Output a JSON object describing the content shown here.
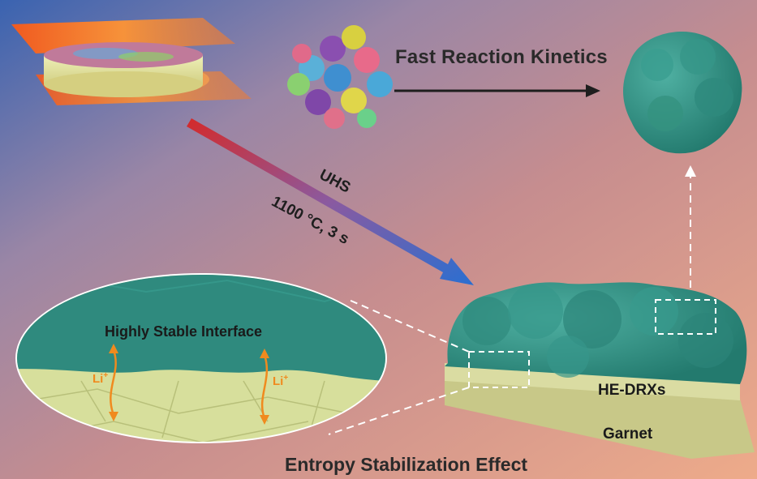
{
  "diagram": {
    "kinetics_label": "Fast  Reaction Kinetics",
    "process_label": "UHS",
    "process_conditions": "1100 °C, 3 s",
    "interface_label": "Highly Stable Interface",
    "ion_label": "Li",
    "ion_charge": "+",
    "cathode_label": "HE-DRXs",
    "electrolyte_label": "Garnet",
    "effect_label": "Entropy Stabilization Effect"
  },
  "colors": {
    "background_top_left": "#3a63b0",
    "background_mid": "#c68d8f",
    "background_bottom_right": "#eeab8a",
    "heater_orange": "#f0702a",
    "particle_teal": "#2f8f82",
    "garnet_yellow_green": "#d6dc9e",
    "ion_arrow_orange": "#f08a1e",
    "uhs_arrow_start": "#d42a2a",
    "uhs_arrow_end": "#2a6fd1"
  },
  "icons": [
    "heater-sandwich-icon",
    "precursor-nanoparticles-icon",
    "he-drx-particle-icon"
  ]
}
